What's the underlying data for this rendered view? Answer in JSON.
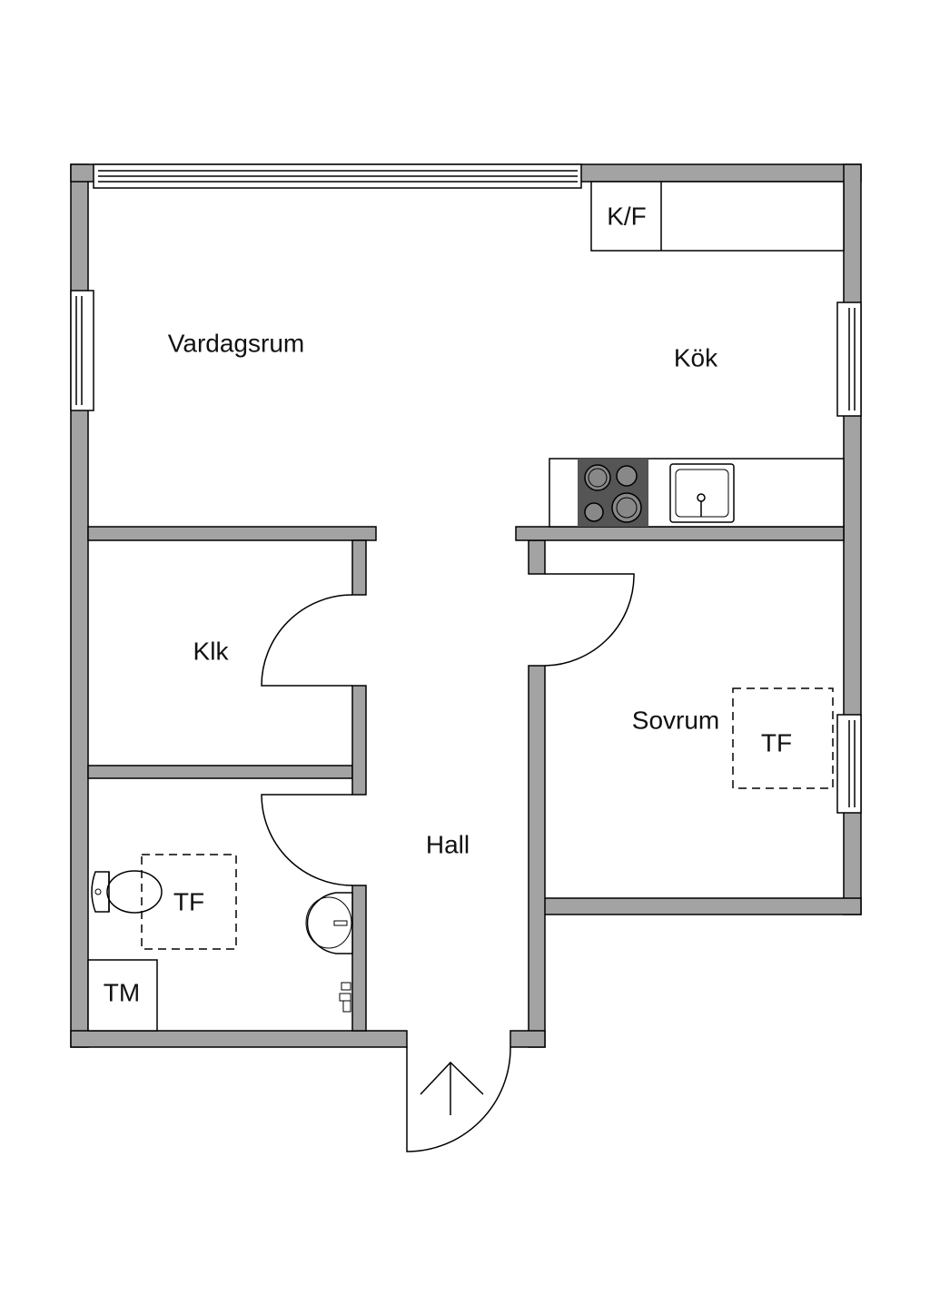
{
  "plan": {
    "rooms": {
      "vardagsrum": "Vardagsrum",
      "kok": "Kök",
      "klk": "Klk",
      "sovrum": "Sovrum",
      "hall": "Hall"
    },
    "fixtures": {
      "fridge_freezer": "K/F",
      "wardrobe_bedroom": "TF",
      "wardrobe_bathroom": "TF",
      "washing_machine": "TM"
    },
    "colors": {
      "wall": "#a3a3a3",
      "stove": "#555555"
    }
  }
}
